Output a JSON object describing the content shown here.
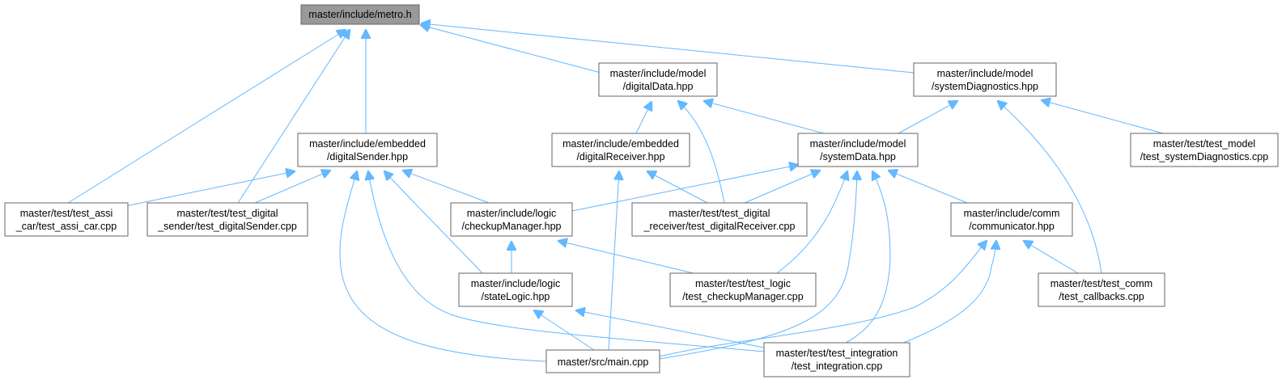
{
  "colors": {
    "edge": "#63b8ff",
    "node_fill": "#ffffff",
    "node_border": "#666666",
    "focus_fill": "#999999",
    "text": "#000000"
  },
  "nodes": [
    {
      "id": "metro",
      "lines": [
        "master/include/metro.h"
      ],
      "focus": true
    },
    {
      "id": "digitalData",
      "lines": [
        "master/include/model",
        "/digitalData.hpp"
      ]
    },
    {
      "id": "systemDiagnostics",
      "lines": [
        "master/include/model",
        "/systemDiagnostics.hpp"
      ]
    },
    {
      "id": "digitalSender",
      "lines": [
        "master/include/embedded",
        "/digitalSender.hpp"
      ]
    },
    {
      "id": "digitalReceiver",
      "lines": [
        "master/include/embedded",
        "/digitalReceiver.hpp"
      ]
    },
    {
      "id": "systemData",
      "lines": [
        "master/include/model",
        "/systemData.hpp"
      ]
    },
    {
      "id": "testModelDiag",
      "lines": [
        "master/test/test_model",
        "/test_systemDiagnostics.cpp"
      ]
    },
    {
      "id": "testAssiCar",
      "lines": [
        "master/test/test_assi",
        "_car/test_assi_car.cpp"
      ]
    },
    {
      "id": "testDigitalSender",
      "lines": [
        "master/test/test_digital",
        "_sender/test_digitalSender.cpp"
      ]
    },
    {
      "id": "checkupManager",
      "lines": [
        "master/include/logic",
        "/checkupManager.hpp"
      ]
    },
    {
      "id": "testDigitalReceiver",
      "lines": [
        "master/test/test_digital",
        "_receiver/test_digitalReceiver.cpp"
      ]
    },
    {
      "id": "communicator",
      "lines": [
        "master/include/comm",
        "/communicator.hpp"
      ]
    },
    {
      "id": "stateLogic",
      "lines": [
        "master/include/logic",
        "/stateLogic.hpp"
      ]
    },
    {
      "id": "testCheckup",
      "lines": [
        "master/test/test_logic",
        "/test_checkupManager.cpp"
      ]
    },
    {
      "id": "testCallbacks",
      "lines": [
        "master/test/test_comm",
        "/test_callbacks.cpp"
      ]
    },
    {
      "id": "main",
      "lines": [
        "master/src/main.cpp"
      ]
    },
    {
      "id": "testIntegration",
      "lines": [
        "master/test/test_integration",
        "/test_integration.cpp"
      ]
    }
  ],
  "edges": [
    {
      "from": "testAssiCar",
      "to": "metro"
    },
    {
      "from": "testDigitalSender",
      "to": "metro"
    },
    {
      "from": "digitalSender",
      "to": "metro"
    },
    {
      "from": "digitalData",
      "to": "metro"
    },
    {
      "from": "systemDiagnostics",
      "to": "metro"
    },
    {
      "from": "digitalReceiver",
      "to": "digitalData"
    },
    {
      "from": "testDigitalReceiver",
      "to": "digitalData"
    },
    {
      "from": "systemData",
      "to": "digitalData"
    },
    {
      "from": "systemData",
      "to": "systemDiagnostics"
    },
    {
      "from": "testCallbacks",
      "to": "systemDiagnostics"
    },
    {
      "from": "testModelDiag",
      "to": "systemDiagnostics"
    },
    {
      "from": "testAssiCar",
      "to": "digitalSender"
    },
    {
      "from": "testDigitalSender",
      "to": "digitalSender"
    },
    {
      "from": "checkupManager",
      "to": "digitalSender"
    },
    {
      "from": "stateLogic",
      "to": "digitalSender"
    },
    {
      "from": "main",
      "to": "digitalSender"
    },
    {
      "from": "testIntegration",
      "to": "digitalSender"
    },
    {
      "from": "testDigitalReceiver",
      "to": "digitalReceiver"
    },
    {
      "from": "main",
      "to": "digitalReceiver"
    },
    {
      "from": "checkupManager",
      "to": "systemData"
    },
    {
      "from": "testDigitalReceiver",
      "to": "systemData"
    },
    {
      "from": "communicator",
      "to": "systemData"
    },
    {
      "from": "testCheckup",
      "to": "systemData"
    },
    {
      "from": "main",
      "to": "systemData"
    },
    {
      "from": "testIntegration",
      "to": "systemData"
    },
    {
      "from": "stateLogic",
      "to": "checkupManager"
    },
    {
      "from": "testCheckup",
      "to": "checkupManager"
    },
    {
      "from": "testCallbacks",
      "to": "communicator"
    },
    {
      "from": "main",
      "to": "communicator"
    },
    {
      "from": "testIntegration",
      "to": "communicator"
    },
    {
      "from": "main",
      "to": "stateLogic"
    },
    {
      "from": "testIntegration",
      "to": "stateLogic"
    }
  ]
}
